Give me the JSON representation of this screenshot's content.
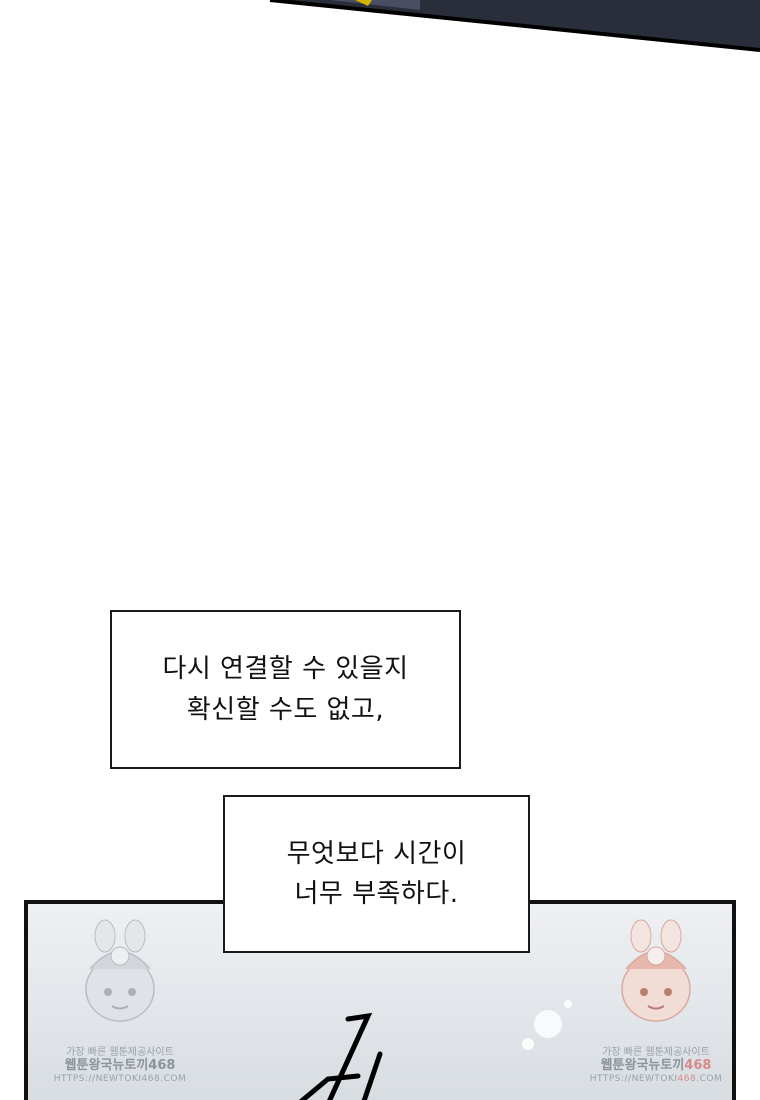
{
  "captions": [
    {
      "lines": [
        "다시 연결할 수 있을지",
        "확신할 수도 없고,"
      ]
    },
    {
      "lines": [
        "무엇보다 시간이",
        "너무 부족하다."
      ]
    }
  ],
  "watermarks": [
    {
      "line1": "가장 빠른 웹툰제공사이트",
      "line2": "웹툰왕국뉴토끼468",
      "line3": "HTTPS://NEWTOKI468.COM"
    },
    {
      "line1": "가장 빠른 웹툰제공사이트",
      "line2_prefix": "웹툰왕국뉴토끼",
      "line2_num": "468",
      "line3_prefix": "HTTPS://NEWTOKI",
      "line3_num": "468",
      "line3_suffix": ".COM"
    }
  ],
  "colors": {
    "panel_border": "#111111",
    "watermark_text": "#9aa1a8",
    "watermark_highlight": "#d88a8a"
  }
}
